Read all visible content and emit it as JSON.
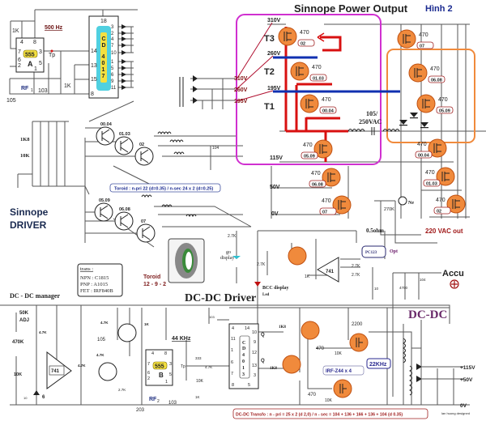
{
  "titles": {
    "power_output": "Sinnope Power Output",
    "figure": "Hình 2",
    "driver_line1": "Sinnope",
    "driver_line2": "DRIVER",
    "dcdc_driver": "DC-DC Driver",
    "dcdc": "DC-DC",
    "dcdc_manager": "DC - DC manager",
    "designer": "lan huong designed"
  },
  "colors": {
    "power_box": "#d030d0",
    "fet_box": "#f08a3c",
    "bus_red": "#d81010",
    "bus_blue": "#1030b0",
    "fet_fill": "#f08a3c"
  },
  "osc_a": {
    "chip": "555",
    "unit": "A",
    "pins": [
      "4",
      "8",
      "7",
      "3",
      "6",
      "2",
      "5",
      "1"
    ],
    "r1": "1K",
    "rf": "RF",
    "rf_sub": "1",
    "c1": "105",
    "c2": "103",
    "r2": "1K",
    "freq": "500 Hz",
    "tp": "Tp"
  },
  "counter": {
    "chip": [
      "C",
      "D",
      "4",
      "0",
      "1",
      "7"
    ],
    "pin_top": "18",
    "pins_left": [
      "14",
      "13",
      "15",
      "8"
    ],
    "pins_right": [
      "3",
      "2",
      "4",
      "7",
      "10",
      "1",
      "5",
      "6",
      "9",
      "11"
    ]
  },
  "power": {
    "voltages": {
      "v310": "310V",
      "v260": "260V",
      "v195": "195V",
      "v115": "115V",
      "v50": "50V",
      "v0": "0V"
    },
    "inputs": [
      "310V",
      "260V",
      "195V"
    ],
    "taps": [
      "T3",
      "T2",
      "T1"
    ],
    "left_fets": [
      {
        "r": "470",
        "tag": "02"
      },
      {
        "r": "470",
        "tag": "01.03"
      },
      {
        "r": "470",
        "tag": "00.04"
      },
      {
        "r": "470",
        "tag": "05.09"
      },
      {
        "r": "470",
        "tag": "06.08"
      },
      {
        "r": "470",
        "tag": "07"
      }
    ],
    "right_fets": [
      {
        "r": "470",
        "tag": "07"
      },
      {
        "r": "470",
        "tag": "06.08"
      },
      {
        "r": "470",
        "tag": "05.09"
      },
      {
        "r": "470",
        "tag": "00.04"
      },
      {
        "r": "470",
        "tag": "01.03"
      },
      {
        "r": "470",
        "tag": "02"
      }
    ],
    "filter_cap_1": "105/",
    "filter_cap_2": "250VAC",
    "neon_r": "270K",
    "neon": "Ne",
    "shunt": "0.5ohm",
    "output": "220 VAC out"
  },
  "driver": {
    "r_top": "1K8",
    "r_bottom": "10K",
    "transistors": [
      "00.04",
      "01.03",
      "02",
      "05.09",
      "06.08",
      "07"
    ],
    "cap": "104",
    "toroid_spec": "Toroid : n-pri 22 (d=0.35) / n-sec 24 x 2 (d=0.25)",
    "toroid_label_1": "Toroid",
    "toroid_label_2": "12 - 9 - 2",
    "r_display": "2.7K",
    "go_display_1": "go",
    "go_display_2": "display"
  },
  "parts_box": {
    "title": "trans :",
    "npn": "NPN : C1815",
    "pnp": "PNP : A1015",
    "fet": "FET : IRF840B"
  },
  "feedback": {
    "r1": "2.7K",
    "led_1": "BCC display",
    "led_2": "Led",
    "r_base": "1K",
    "opamp": "741",
    "r2": "2.7K",
    "r3": "2.7K",
    "c": "10",
    "opto": "PC123",
    "opto_label": "Opt",
    "accu": "Accu",
    "c_big": "4700",
    "c_small": "104"
  },
  "manager": {
    "pot_1": "50K",
    "pot_2": "ADJ",
    "r470k": "470K",
    "r47k_a": "4.7K",
    "r10k": "10K",
    "opamp": "741",
    "c10": "10",
    "zener": "6",
    "r47k_b": "4.7K",
    "r47k_c": "4.7K",
    "c105": "105",
    "r47k_d": "4.7K",
    "r1k": "1K"
  },
  "osc_b": {
    "chip": "555",
    "unit": "B",
    "pins": [
      "4",
      "8",
      "7",
      "3",
      "6",
      "2",
      "5",
      "1"
    ],
    "freq": "44 KHz",
    "tp": "Tp",
    "r27k": "2.7K",
    "rf": "RF",
    "rf_sub": "2",
    "c203": "203",
    "c103": "103",
    "r1k": "1K",
    "c333": "333",
    "r47k": "4.7K",
    "r10k": "10K",
    "c103b": "103"
  },
  "flipflop": {
    "chip": [
      "C",
      "D",
      "4",
      "0",
      "1",
      "3"
    ],
    "pins": [
      "4",
      "14",
      "11",
      "1",
      "6",
      "7",
      "8",
      "5",
      "10",
      "9",
      "12",
      "13",
      "3"
    ],
    "q": "Q",
    "qbar": "Q"
  },
  "dcdc_stage": {
    "r_base_1": "1K8",
    "r_base_2": "1K8",
    "c2200": "2200",
    "r_gate_1": "470",
    "r_pull_1": "10K",
    "r_gate_2": "470",
    "r_pull_2": "10K",
    "fets": "IRF-Z44  x  4",
    "freq": "22KHz",
    "out_115": "+115V",
    "out_50": "+50V",
    "out_0": "0V",
    "transfo": "DC-DC Transfo : n - pri = 25 x 2 (d 2,0)  /  n - sec = 104 + 136 + 166 + 136 + 104 (d 0.35)"
  }
}
